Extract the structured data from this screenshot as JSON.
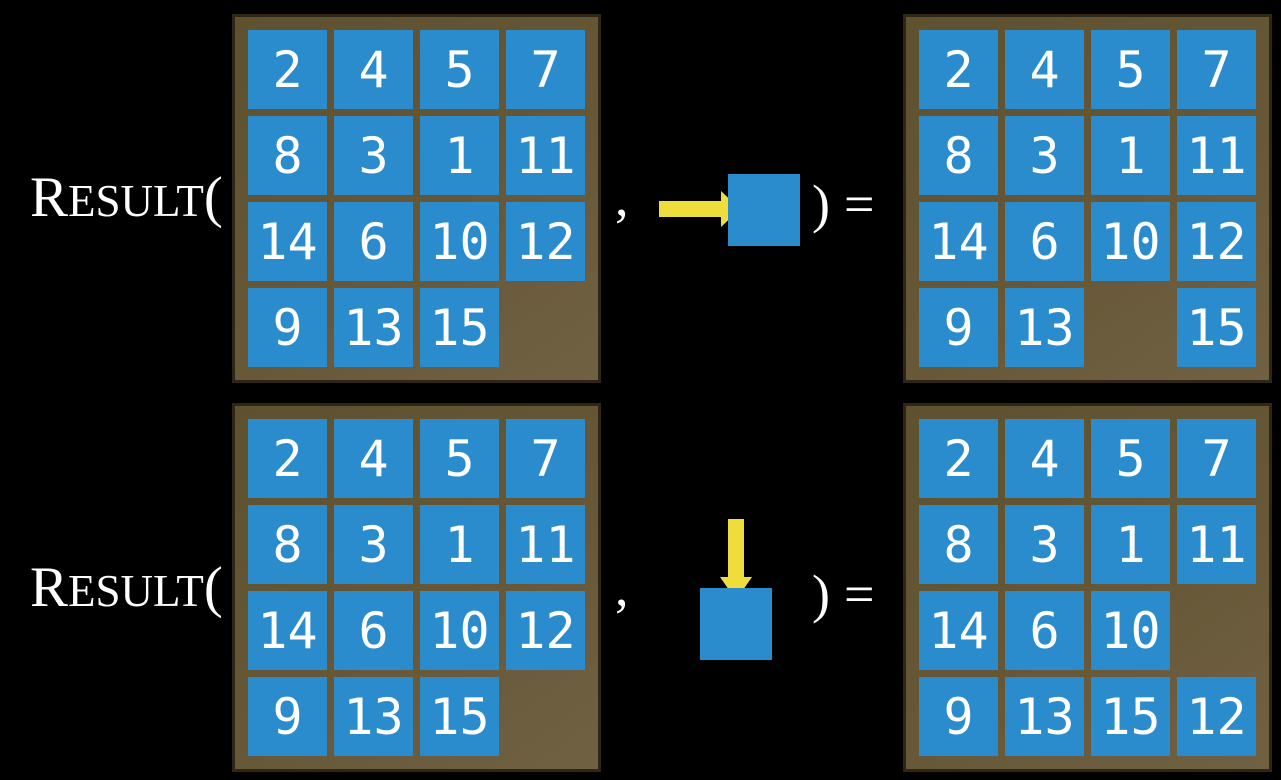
{
  "figure": {
    "description": "Two examples of the RESULT function applied to a sliding 15-puzzle state",
    "background": "#000000"
  },
  "colors": {
    "background": "#000000",
    "tile_blue": "#2a8ccd",
    "frame_brown": "#665837",
    "frame_border": "#2e2716",
    "arrow_yellow": "#eedd3a",
    "text_white": "#ffffff"
  },
  "function": {
    "name_initial": "R",
    "name_rest": "ESULT",
    "open_paren": "(",
    "comma": ",",
    "close_paren": ")",
    "equals": "="
  },
  "examples": [
    {
      "name": "slide-right-example",
      "input_grid": [
        [
          2,
          4,
          5,
          7
        ],
        [
          8,
          3,
          1,
          11
        ],
        [
          14,
          6,
          10,
          12
        ],
        [
          9,
          13,
          15,
          null
        ]
      ],
      "action": {
        "direction": "right",
        "operand": "blank-tile"
      },
      "output_grid": [
        [
          2,
          4,
          5,
          7
        ],
        [
          8,
          3,
          1,
          11
        ],
        [
          14,
          6,
          10,
          12
        ],
        [
          9,
          13,
          null,
          15
        ]
      ]
    },
    {
      "name": "slide-down-example",
      "input_grid": [
        [
          2,
          4,
          5,
          7
        ],
        [
          8,
          3,
          1,
          11
        ],
        [
          14,
          6,
          10,
          12
        ],
        [
          9,
          13,
          15,
          null
        ]
      ],
      "action": {
        "direction": "down",
        "operand": "blank-tile"
      },
      "output_grid": [
        [
          2,
          4,
          5,
          7
        ],
        [
          8,
          3,
          1,
          11
        ],
        [
          14,
          6,
          10,
          null
        ],
        [
          9,
          13,
          15,
          12
        ]
      ]
    }
  ]
}
